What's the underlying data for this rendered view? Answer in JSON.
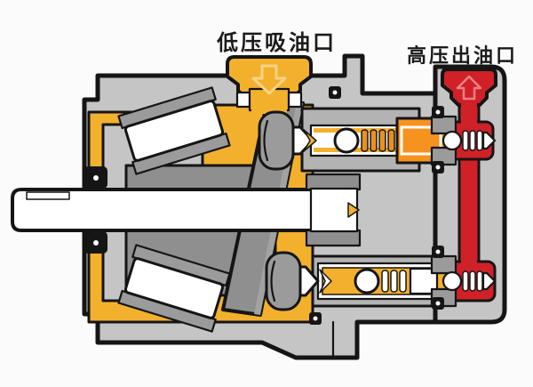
{
  "diagram": {
    "type": "axial-piston-pump-cross-section",
    "labels": {
      "suction_port": "低压吸油口",
      "discharge_port": "高压出油口"
    },
    "icons": {
      "suction_flow": "arrow-down-icon",
      "discharge_flow": "arrow-up-icon"
    },
    "colors": {
      "background": "#fbfbfb",
      "housing": "#c5c5c5",
      "housing_dark": "#8f8f8f",
      "component_gray": "#9b9b9b",
      "slab_gray": "#b3b3b3",
      "oil_low_pressure": "#f3b02c",
      "oil_low_arrow": "#f8d387",
      "oil_high_pressure": "#cf2127",
      "oil_high_arrow": "#ef8084",
      "piston_orange": "#f6921e",
      "metal_white": "#ffffff",
      "outline": "#151515"
    }
  }
}
